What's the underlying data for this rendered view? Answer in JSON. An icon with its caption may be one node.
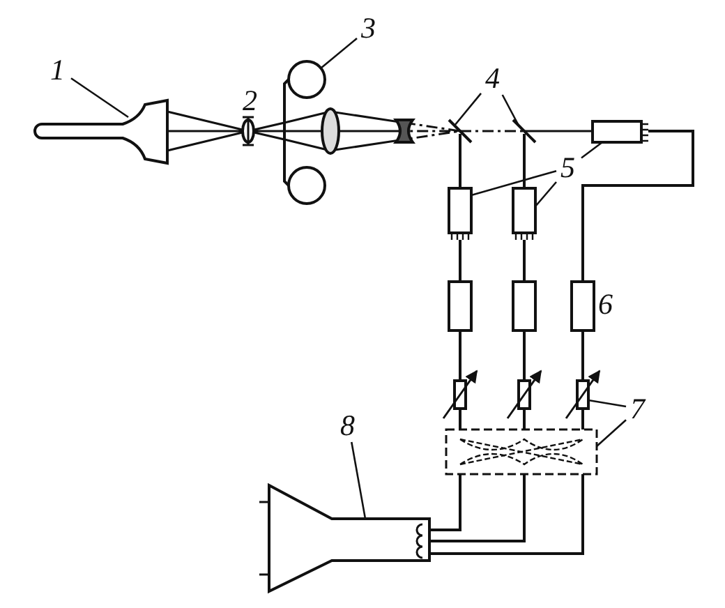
{
  "diagram": {
    "nodes": [
      {
        "text": [
          "1"
        ]
      },
      {
        "text": [],
        "shape": "tube"
      },
      {
        "text": [],
        "shape": "lens"
      },
      {
        "text": [
          "3"
        ]
      },
      {
        "text": [],
        "shape": "reel"
      },
      {
        "text": [],
        "shape": "lens"
      },
      {
        "text": [],
        "shape": "lens"
      },
      {
        "text": [
          "4"
        ]
      },
      {
        "text": [],
        "shape": "mirror"
      },
      {
        "text": [],
        "shape": "mirror"
      },
      {
        "text": [
          "5"
        ]
      },
      {
        "text": [],
        "shape": "box"
      },
      {
        "text": [],
        "shape": "box"
      },
      {
        "text": [],
        "shape": "box"
      },
      {
        "text": [],
        "shape": "box"
      },
      {
        "text": [],
        "shape": "box"
      },
      {
        "text": [],
        "shape": "box"
      },
      {
        "text": [],
        "shape": "resistor"
      },
      {
        "text": [],
        "shape": "resistor"
      },
      {
        "text": [],
        "shape": "resistor"
      },
      {
        "text": [
          "7"
        ]
      },
      {
        "text": [],
        "shape": "box"
      },
      {
        "text": [
          "8"
        ]
      },
      {
        "text": [],
        "shape": "tube"
      }
    ],
    "edges": [
      {
        "from": 0,
        "to": 1,
        "arrow": "none"
      },
      {
        "from": 1,
        "to": 2,
        "arrow": "none"
      },
      {
        "from": 2,
        "to": 4,
        "arrow": "none"
      },
      {
        "from": 3,
        "to": 4,
        "arrow": "none"
      },
      {
        "from": 5,
        "to": 6,
        "arrow": "none"
      },
      {
        "from": 6,
        "to": 8,
        "arrow": "none",
        "style": "dashed"
      },
      {
        "from": 8,
        "to": 9,
        "arrow": "none",
        "style": "dashed"
      },
      {
        "from": 9,
        "to": 13,
        "arrow": "none"
      },
      {
        "from": 7,
        "to": 8,
        "arrow": "none"
      },
      {
        "from": 7,
        "to": 9,
        "arrow": "none"
      },
      {
        "from": 10,
        "to": 11,
        "arrow": "none"
      },
      {
        "from": 10,
        "to": 12,
        "arrow": "none"
      },
      {
        "from": 10,
        "to": 13,
        "arrow": "none"
      },
      {
        "from": 8,
        "to": 11,
        "arrow": "none"
      },
      {
        "from": 9,
        "to": 12,
        "arrow": "none"
      },
      {
        "from": 11,
        "to": 14,
        "arrow": "none"
      },
      {
        "from": 12,
        "to": 15,
        "arrow": "none"
      },
      {
        "from": 13,
        "to": 16,
        "arrow": "none"
      },
      {
        "from": 14,
        "to": 17,
        "arrow": "none"
      },
      {
        "from": 15,
        "to": 18,
        "arrow": "none"
      },
      {
        "from": 16,
        "to": 19,
        "arrow": "none"
      },
      {
        "from": 17,
        "to": 21,
        "arrow": "none"
      },
      {
        "from": 18,
        "to": 21,
        "arrow": "none"
      },
      {
        "from": 19,
        "to": 21,
        "arrow": "none"
      },
      {
        "from": 21,
        "to": 23,
        "arrow": "none"
      },
      {
        "from": 21,
        "to": 23,
        "arrow": "none"
      },
      {
        "from": 21,
        "to": 23,
        "arrow": "none"
      },
      {
        "from": 20,
        "to": 19,
        "arrow": "none"
      },
      {
        "from": 20,
        "to": 21,
        "arrow": "none"
      },
      {
        "from": 22,
        "to": 23,
        "arrow": "none"
      },
      {
        "from": 4,
        "to": 5,
        "arrow": "none"
      }
    ],
    "labels": [
      "2",
      "6"
    ]
  }
}
